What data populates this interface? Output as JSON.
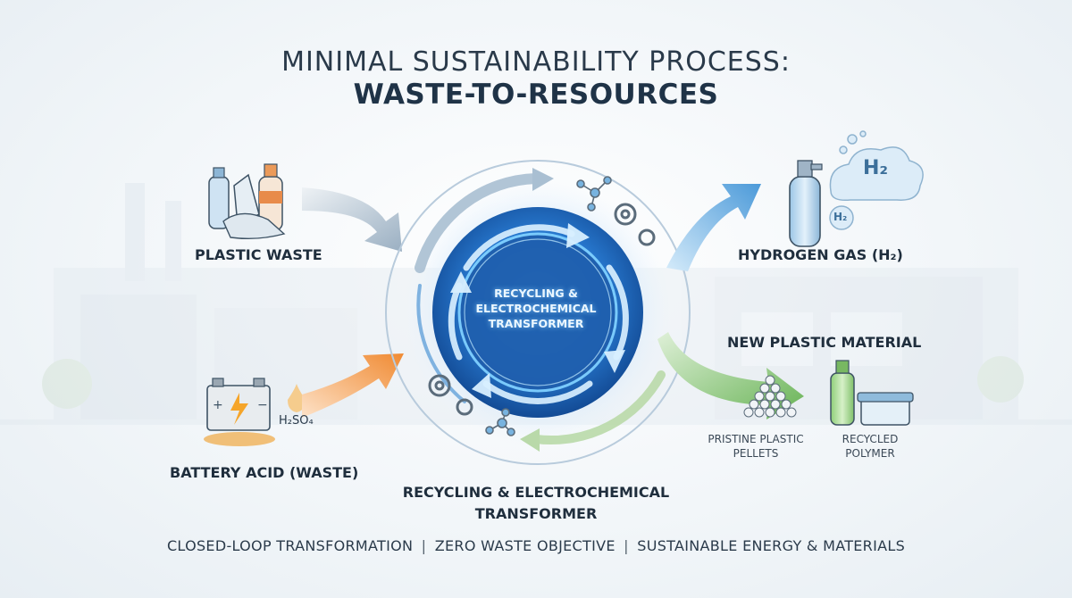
{
  "title": {
    "line1": "MINIMAL SUSTAINABILITY PROCESS:",
    "line2": "WASTE-TO-RESOURCES"
  },
  "inputs": {
    "plastic_waste": "PLASTIC WASTE",
    "battery_acid": "BATTERY ACID (WASTE)",
    "acid_formula": "H₂SO₄"
  },
  "center": {
    "label": "RECYCLING & ELECTROCHEMICAL TRANSFORMER",
    "caption": "RECYCLING & ELECTROCHEMICAL TRANSFORMER"
  },
  "outputs": {
    "hydrogen": "HYDROGEN GAS (H₂)",
    "h2_cloud_big": "H₂",
    "h2_cloud_small": "H₂",
    "new_plastic": "NEW PLASTIC MATERIAL",
    "pellets": "PRISTINE PLASTIC PELLETS",
    "polymer": "RECYCLED POLYMER"
  },
  "footer": {
    "item1": "CLOSED-LOOP TRANSFORMATION",
    "item2": "ZERO WASTE OBJECTIVE",
    "item3": "SUSTAINABLE ENERGY & MATERIALS",
    "separator": "|"
  },
  "colors": {
    "core_blue": "#2f7fd6",
    "plastic_arrow": "#9fb1c1",
    "acid_arrow": "#f29a4a",
    "hydrogen_arrow": "#5aa3df",
    "plastic_out_arrow": "#7cc06a"
  }
}
